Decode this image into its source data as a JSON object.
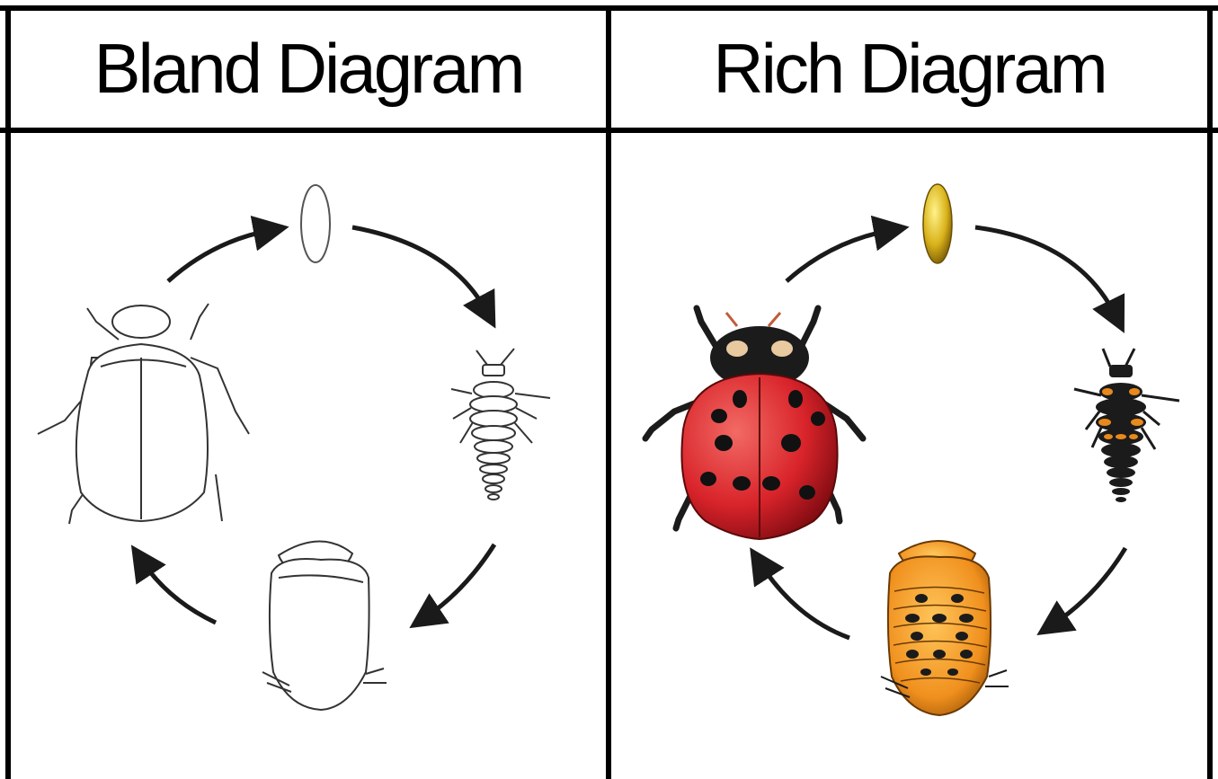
{
  "headers": {
    "left": "Bland Diagram",
    "right": "Rich Diagram"
  },
  "panels": [
    {
      "id": "bland",
      "style": "outline",
      "stages": [
        "adult-beetle",
        "egg",
        "larva",
        "pupa"
      ]
    },
    {
      "id": "rich",
      "style": "color",
      "stages": [
        "adult-ladybug",
        "egg",
        "larva",
        "pupa"
      ]
    }
  ],
  "colors": {
    "border": "#000000",
    "arrow": "#1a1a1a",
    "ladybug_red": "#d8232a",
    "ladybug_spot": "#111111",
    "egg_yellow": "#d9b21a",
    "pupa_orange": "#f0901e",
    "larva_orange": "#e8891c"
  },
  "icons": [
    "cycle-arrow-icon",
    "beetle-icon",
    "egg-icon",
    "larva-icon",
    "pupa-icon",
    "ladybug-icon"
  ]
}
